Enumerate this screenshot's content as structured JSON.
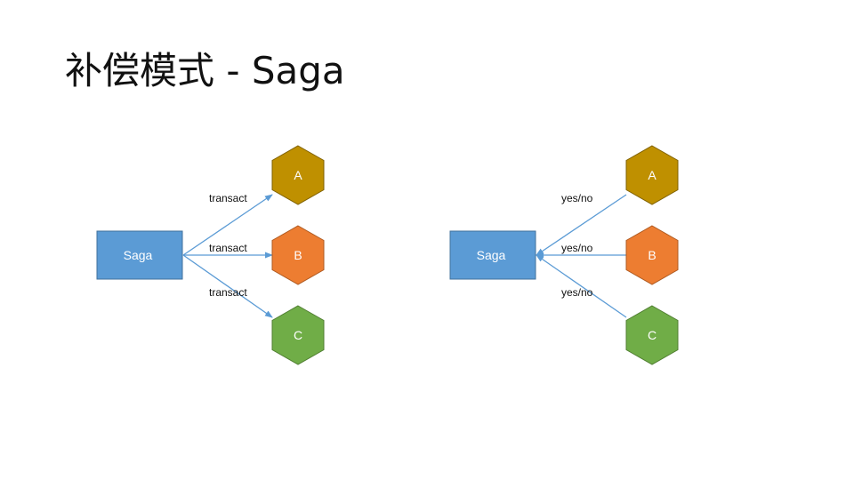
{
  "title": "补偿模式 - Saga",
  "colors": {
    "saga": "#5B9BD5",
    "saga_border": "#41719C",
    "arrow": "#5B9BD5",
    "node_a": "#BF9000",
    "node_a_border": "#7F6000",
    "node_b": "#ED7D31",
    "node_b_border": "#AE5A21",
    "node_c": "#70AD47",
    "node_c_border": "#507E32"
  },
  "left_diagram": {
    "saga_label": "Saga",
    "nodes": [
      {
        "label": "A",
        "edge_label": "transact"
      },
      {
        "label": "B",
        "edge_label": "transact"
      },
      {
        "label": "C",
        "edge_label": "transact"
      }
    ]
  },
  "right_diagram": {
    "saga_label": "Saga",
    "nodes": [
      {
        "label": "A",
        "edge_label": "yes/no"
      },
      {
        "label": "B",
        "edge_label": "yes/no"
      },
      {
        "label": "C",
        "edge_label": "yes/no"
      }
    ]
  }
}
